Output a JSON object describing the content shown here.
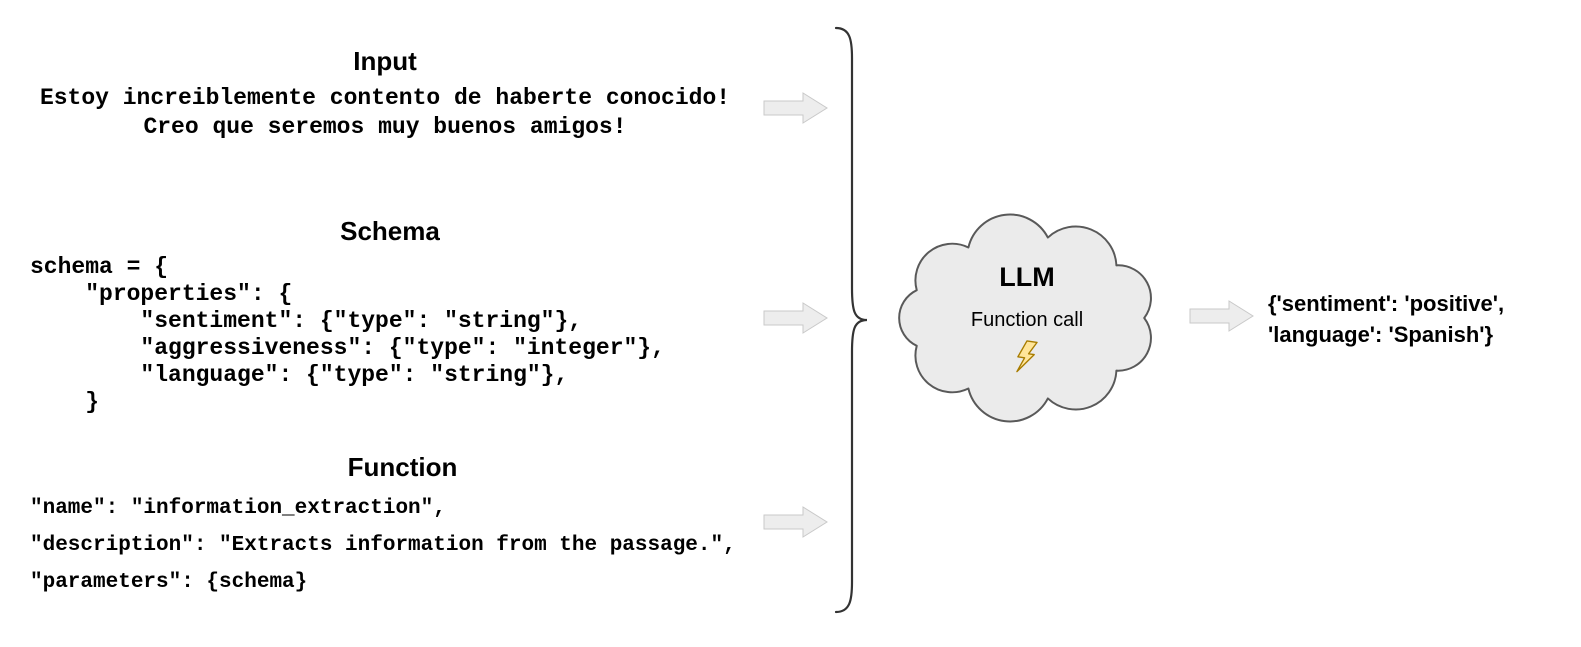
{
  "sections": {
    "input": {
      "title": "Input",
      "lines": [
        "Estoy increiblemente contento de haberte conocido!",
        "Creo que seremos muy buenos amigos!"
      ]
    },
    "schema": {
      "title": "Schema",
      "lines": [
        "schema = {",
        "    \"properties\": {",
        "        \"sentiment\": {\"type\": \"string\"},",
        "        \"aggressiveness\": {\"type\": \"integer\"},",
        "        \"language\": {\"type\": \"string\"},",
        "    }"
      ]
    },
    "function": {
      "title": "Function",
      "lines": [
        "\"name\": \"information_extraction\",",
        "\"description\": \"Extracts information from the passage.\",",
        "\"parameters\": {schema}"
      ]
    }
  },
  "llm_cloud": {
    "title": "LLM",
    "subtitle": "Function call",
    "bolt_icon": "lightning-bolt"
  },
  "output": {
    "lines": [
      "{'sentiment': 'positive',",
      "'language': 'Spanish'}"
    ]
  },
  "colors": {
    "arrow_fill": "#ededed",
    "arrow_stroke": "#c9c9c9",
    "cloud_fill": "#ebebeb",
    "cloud_stroke": "#595959",
    "bolt_fill": "#ffe59a",
    "bolt_stroke": "#a87c00",
    "brace_stroke": "#333333"
  }
}
